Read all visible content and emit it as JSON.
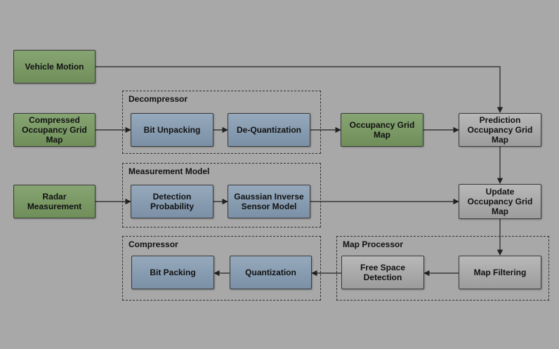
{
  "groups": {
    "decompressor": "Decompressor",
    "measurement_model": "Measurement Model",
    "compressor": "Compressor",
    "map_processor": "Map Processor"
  },
  "nodes": {
    "vehicle_motion": "Vehicle Motion",
    "compressed_grid": "Compressed\nOccupancy Grid\nMap",
    "bit_unpacking": "Bit Unpacking",
    "de_quantization": "De-Quantization",
    "occupancy_grid_map": "Occupancy Grid\nMap",
    "prediction_grid": "Prediction\nOccupancy Grid\nMap",
    "radar_measurement": "Radar\nMeasurement",
    "detection_probability": "Detection\nProbability",
    "gaussian_sensor_model": "Gaussian Inverse\nSensor Model",
    "update_grid": "Update\nOccupancy Grid\nMap",
    "bit_packing": "Bit Packing",
    "quantization": "Quantization",
    "free_space_detection": "Free Space\nDetection",
    "map_filtering": "Map Filtering"
  },
  "colors": {
    "input_node": "#7a9965",
    "process_node": "#8a9db1",
    "state_node": "#ababab",
    "background": "#a8a8a8",
    "line": "#222222"
  }
}
